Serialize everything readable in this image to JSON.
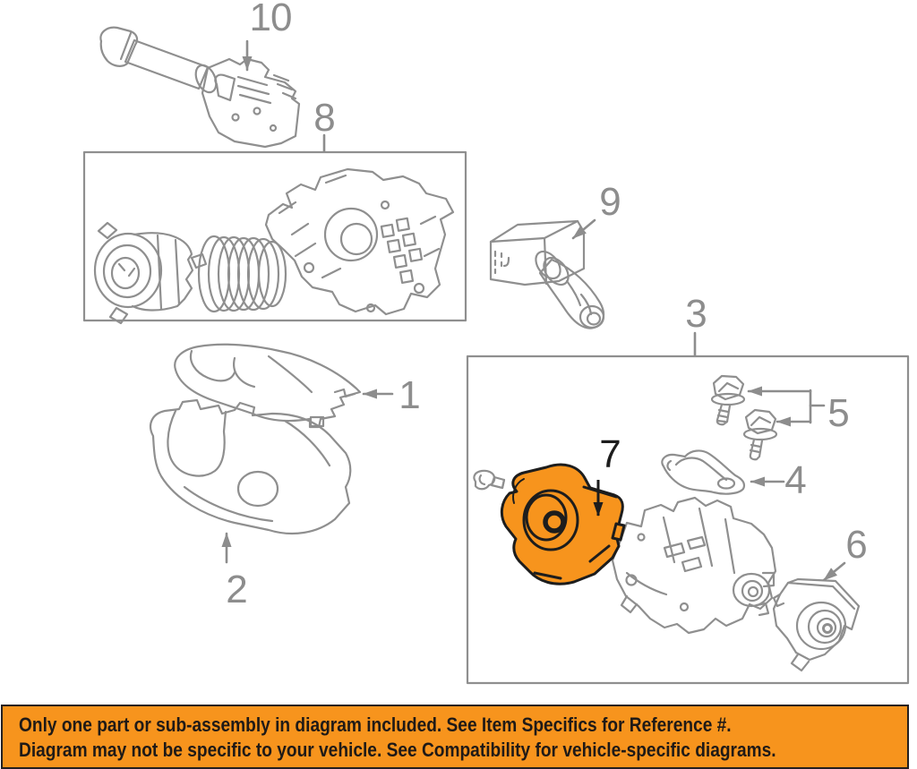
{
  "diagram": {
    "colors": {
      "line_gray": "#8f8f8f",
      "callout_gray": "#8d8d8d",
      "callout_black": "#1d1d1d",
      "highlight_orange": "#f7941d",
      "highlight_outline": "#1d1d1d"
    },
    "callouts": [
      {
        "label": "1"
      },
      {
        "label": "2"
      },
      {
        "label": "3"
      },
      {
        "label": "4"
      },
      {
        "label": "5"
      },
      {
        "label": "6"
      },
      {
        "label": "7",
        "highlighted": true
      },
      {
        "label": "8"
      },
      {
        "label": "9"
      },
      {
        "label": "10"
      }
    ]
  },
  "banner": {
    "background": "#f7941d",
    "border_color": "#231f20",
    "text_color": "#1f1a17",
    "line1": "Only one part or sub-assembly in diagram included. See Item Specifics for Reference #.",
    "line2": "Diagram may not be specific to your vehicle. See Compatibility for vehicle-specific diagrams."
  }
}
